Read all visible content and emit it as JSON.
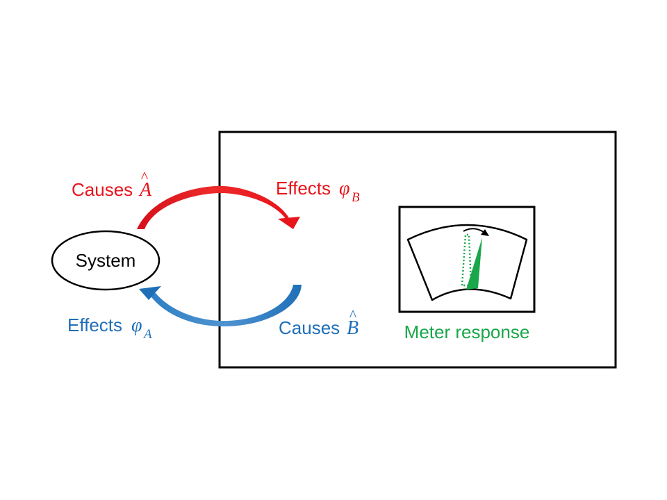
{
  "system": {
    "label": "System"
  },
  "causes_a": {
    "word": "Causes",
    "symbol": "A",
    "accent": "^",
    "color": "#e8141b"
  },
  "effects_b": {
    "word": "Effects",
    "symbol": "φ",
    "subscript": "B",
    "color": "#e8141b"
  },
  "effects_a": {
    "word": "Effects",
    "symbol": "φ",
    "subscript": "A",
    "color": "#1f6fb8"
  },
  "causes_b": {
    "word": "Causes",
    "symbol": "B",
    "accent": "^",
    "color": "#1f6fb8"
  },
  "meter": {
    "label": "Meter response",
    "color": "#1aa64a"
  }
}
